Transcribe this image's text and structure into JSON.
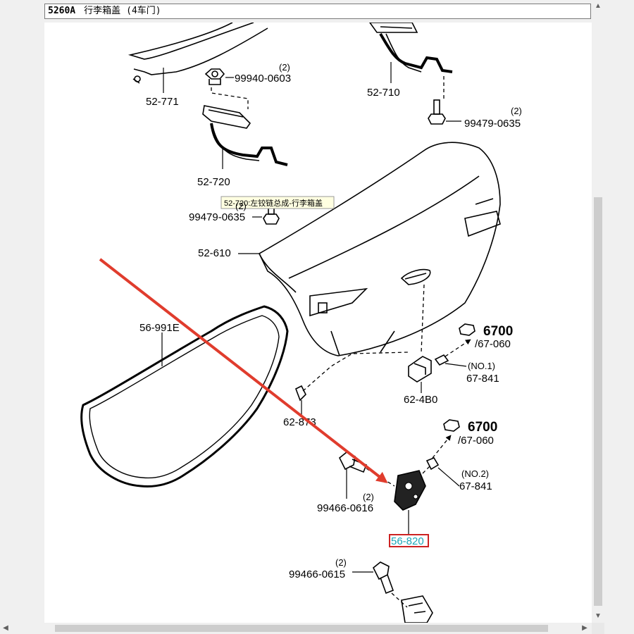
{
  "window": {
    "code": "5260A",
    "title": "行李箱盖",
    "subtitle": "(4车门)"
  },
  "diagram": {
    "parts": [
      {
        "id": "52-771",
        "label": "52-771"
      },
      {
        "id": "99940-0603",
        "label": "99940-0603",
        "qty": "(2)"
      },
      {
        "id": "52-710",
        "label": "52-710"
      },
      {
        "id": "99479-0635-r",
        "label": "99479-0635",
        "qty": "(2)"
      },
      {
        "id": "52-720",
        "label": "52-720"
      },
      {
        "id": "99479-0635-l",
        "label": "99479-0635",
        "qty": "(2)"
      },
      {
        "id": "52-610",
        "label": "52-610"
      },
      {
        "id": "56-991e",
        "label": "56-991E"
      },
      {
        "id": "6700-a",
        "label": "6700"
      },
      {
        "id": "67-060-a",
        "label": "/67-060"
      },
      {
        "id": "67-841-a",
        "label": "67-841",
        "note": "(NO.1)"
      },
      {
        "id": "62-4b0",
        "label": "62-4B0"
      },
      {
        "id": "62-873",
        "label": "62-873"
      },
      {
        "id": "6700-b",
        "label": "6700"
      },
      {
        "id": "67-060-b",
        "label": "/67-060"
      },
      {
        "id": "67-841-b",
        "label": "67-841",
        "note": "(NO.2)"
      },
      {
        "id": "99466-0616",
        "label": "99466-0616",
        "qty": "(2)"
      },
      {
        "id": "56-820",
        "label": "56-820"
      },
      {
        "id": "99466-0615",
        "label": "99466-0615",
        "qty": "(2)"
      }
    ],
    "tooltip": "52-720:左铰链总成-行李箱盖",
    "highlight_color": "#cc2222",
    "arrow_color": "#e03c2d",
    "tooltip_bg": "#ffffe1"
  }
}
